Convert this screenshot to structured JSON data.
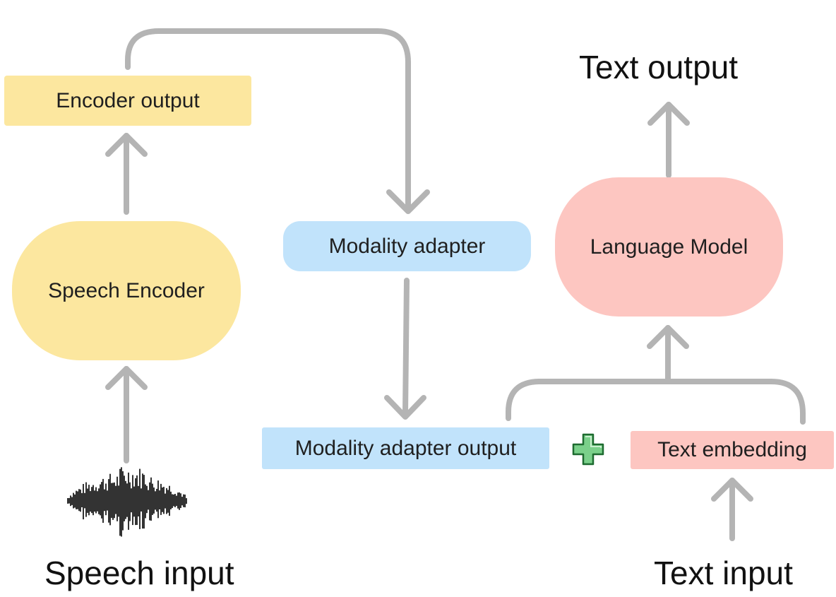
{
  "colors": {
    "encoder": "#fce79f",
    "adapter": "#c1e3fb",
    "language_model": "#fdc6c1",
    "arrow": "#b4b4b4",
    "plus": "#7ad08a"
  },
  "nodes": {
    "encoder_output": "Encoder output",
    "speech_encoder": "Speech Encoder",
    "modality_adapter": "Modality adapter",
    "modality_adapter_output": "Modality adapter output",
    "language_model": "Language Model",
    "text_embedding": "Text embedding"
  },
  "labels": {
    "text_output": "Text output",
    "speech_input": "Speech input",
    "text_input": "Text input"
  },
  "icons": {
    "waveform": "waveform-icon",
    "plus": "plus-icon"
  }
}
